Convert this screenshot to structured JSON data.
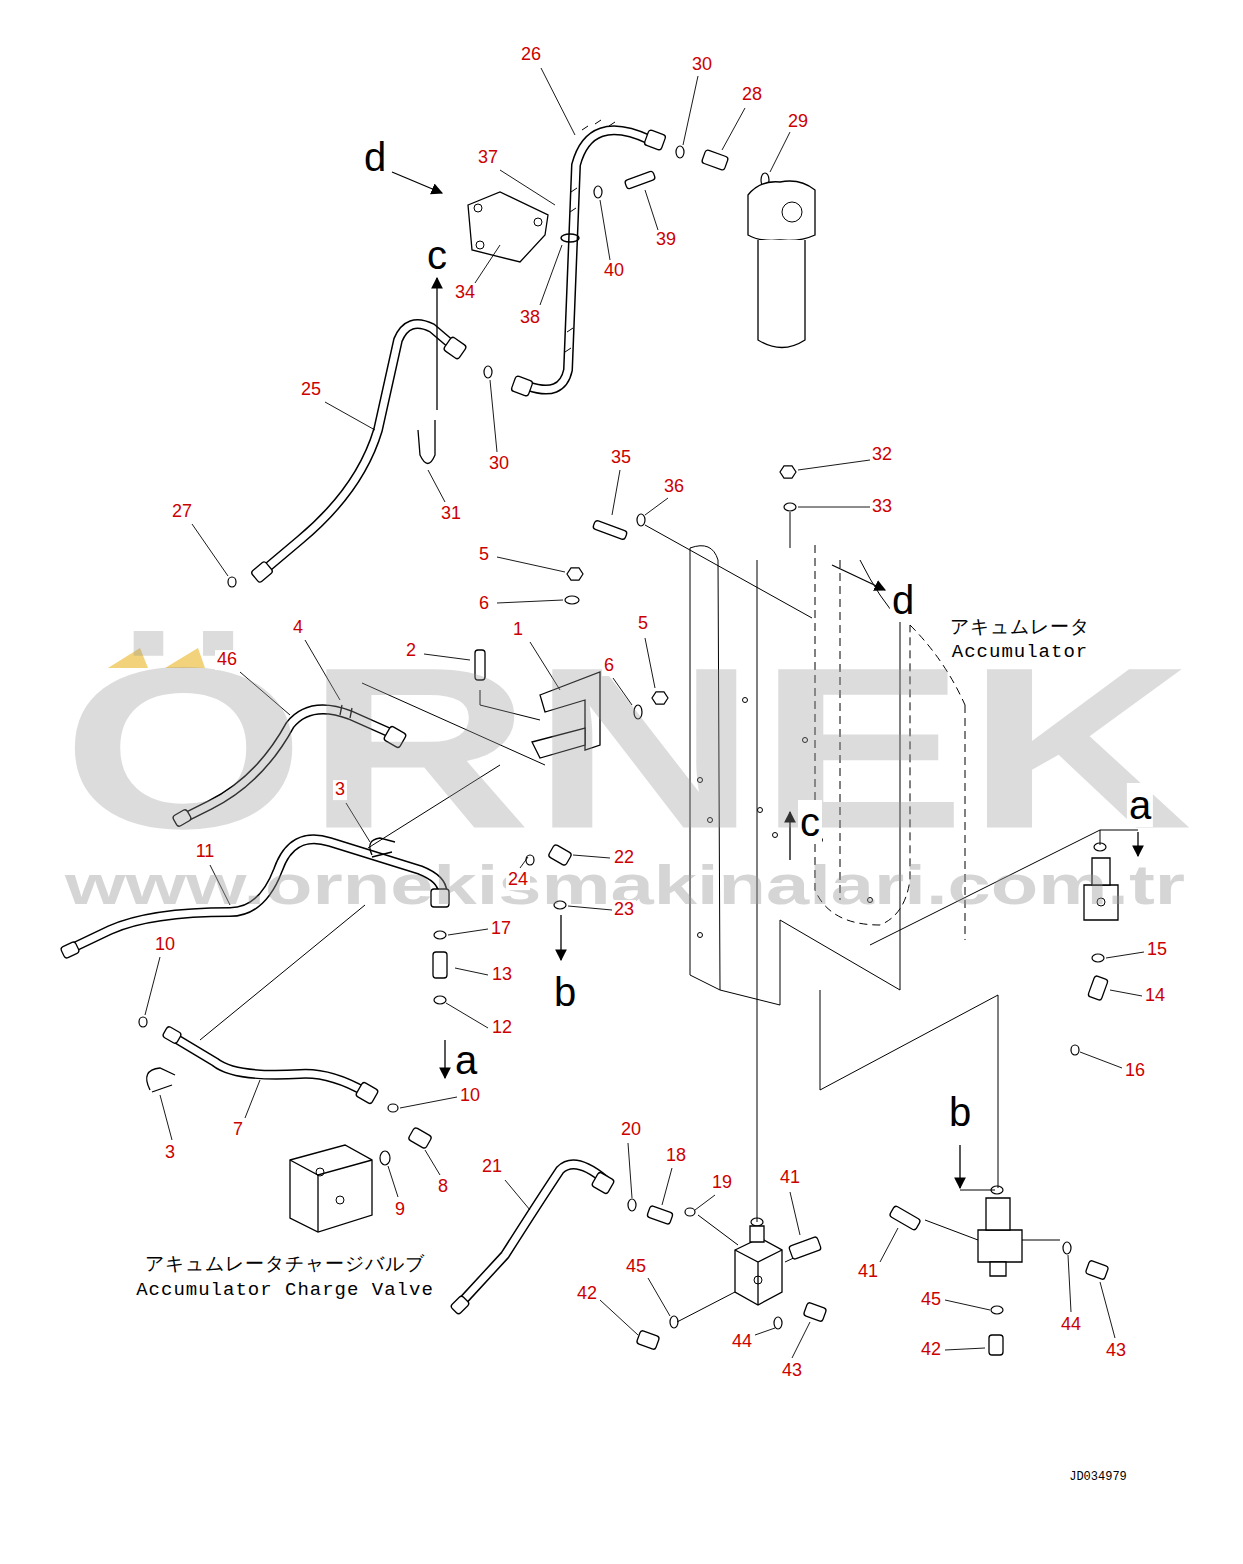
{
  "diagram": {
    "labels": [
      "26",
      "30",
      "28",
      "29",
      "d",
      "37",
      "c",
      "39",
      "40",
      "34",
      "38",
      "25",
      "27",
      "30",
      "31",
      "35",
      "32",
      "36",
      "33",
      "5",
      "6",
      "d",
      "5",
      "1",
      "アキュムレータ",
      "Accumulator",
      "4",
      "2",
      "46",
      "6",
      "3",
      "11",
      "c",
      "22",
      "24",
      "a",
      "23",
      "17",
      "10",
      "13",
      "b",
      "15",
      "14",
      "12",
      "a",
      "16",
      "10",
      "b",
      "7",
      "20",
      "3",
      "18",
      "21",
      "41",
      "19",
      "8",
      "9",
      "アキュムレータチャージバルブ",
      "Accumulator Charge Valve",
      "45",
      "41",
      "42",
      "45",
      "44",
      "44",
      "42",
      "43",
      "43",
      "JD034979",
      "ÖRNEK",
      "www.ornekismakinalari.com.tr"
    ]
  }
}
